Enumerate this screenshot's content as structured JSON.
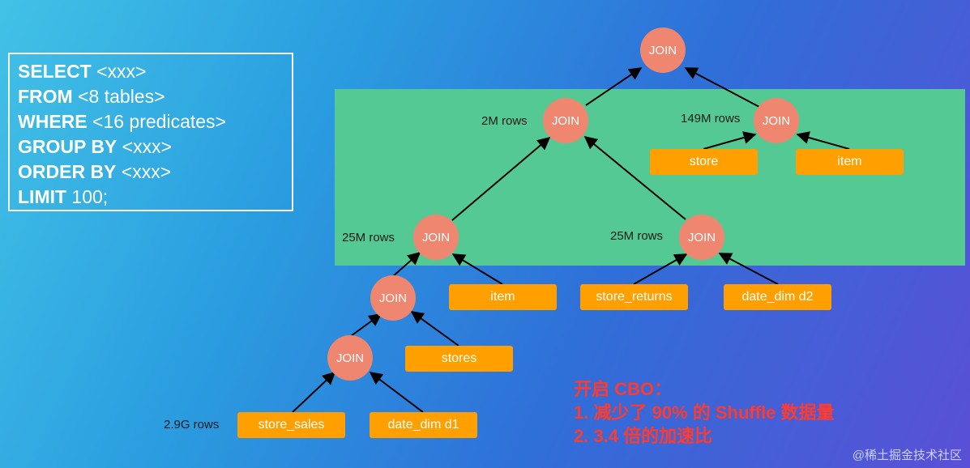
{
  "sql": {
    "lines": [
      {
        "kw": "SELECT",
        "rest": " <xxx>"
      },
      {
        "kw": "FROM",
        "rest": " <8 tables>"
      },
      {
        "kw": "WHERE",
        "rest": " <16 predicates>"
      },
      {
        "kw": "GROUP BY",
        "rest": " <xxx>"
      },
      {
        "kw": "ORDER BY",
        "rest": " <xxx>"
      },
      {
        "kw": "LIMIT",
        "rest": " 100;"
      }
    ]
  },
  "plan": {
    "join_label": "JOIN",
    "tables": {
      "store": "store",
      "item_top": "item",
      "item_mid": "item",
      "store_returns": "store_returns",
      "date_dim_d2": "date_dim d2",
      "stores": "stores",
      "store_sales": "store_sales",
      "date_dim_d1": "date_dim d1"
    },
    "row_labels": {
      "join_2m": "2M rows",
      "join_149m": "149M rows",
      "join_25m_left": "25M rows",
      "join_25m_right": "25M rows",
      "store_sales_rows": "2.9G rows"
    }
  },
  "note": {
    "line1": "开启 CBO：",
    "line2": "1.  减少了 90% 的 Shuffle 数据量",
    "line3": "2.  3.4 倍的加速比"
  },
  "watermark": "@稀土掘金技术社区",
  "colors": {
    "join_node": "#ef8670",
    "table_node": "#ff9f00",
    "highlight_band": "#55c993",
    "note_text": "#ff3b2f"
  }
}
